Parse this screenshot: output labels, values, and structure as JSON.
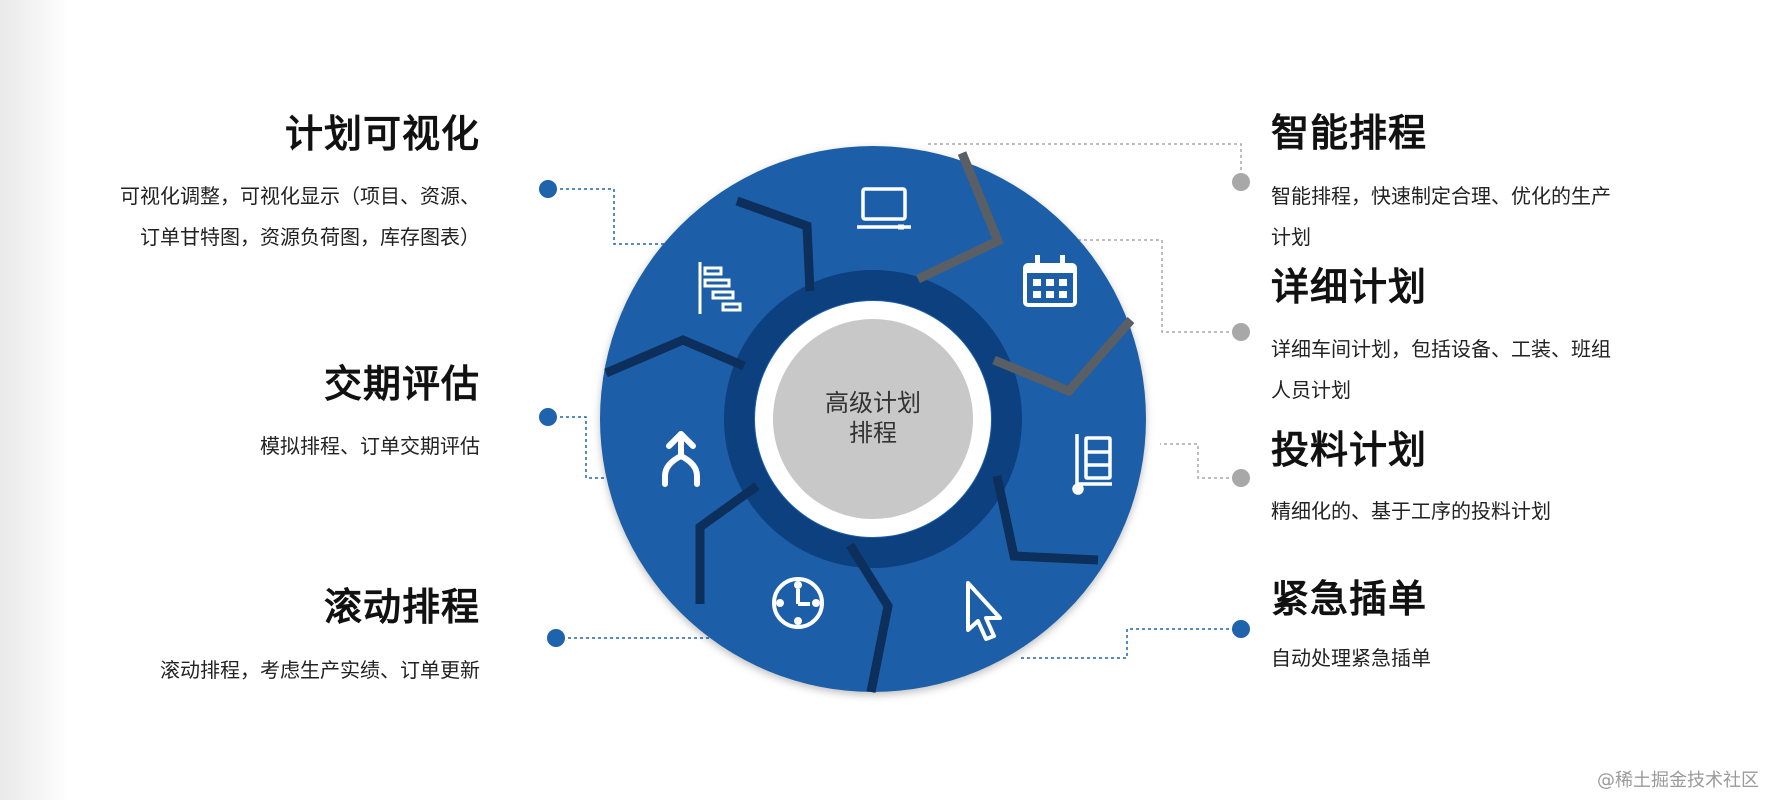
{
  "center": {
    "line1": "高级计划",
    "line2": "排程"
  },
  "features": {
    "visualization": {
      "title": "计划可视化",
      "desc1": "可视化调整，可视化显示（项目、资源、",
      "desc2": "订单甘特图，资源负荷图，库存图表）"
    },
    "delivery": {
      "title": "交期评估",
      "desc1": "模拟排程、订单交期评估"
    },
    "rolling": {
      "title": "滚动排程",
      "desc1": "滚动排程，考虑生产实绩、订单更新"
    },
    "smart": {
      "title": "智能排程",
      "desc1": "智能排程，快速制定合理、优化的生产",
      "desc2": "计划"
    },
    "detailed": {
      "title": "详细计划",
      "desc1": "详细车间计划，包括设备、工装、班组",
      "desc2": "人员计划"
    },
    "material": {
      "title": "投料计划",
      "desc1": "精细化的、基于工序的投料计划"
    },
    "urgent": {
      "title": "紧急插单",
      "desc1": "自动处理紧急插单"
    }
  },
  "icons": [
    "monitor-icon",
    "calendar-icon",
    "material-list-icon",
    "cursor-icon",
    "clock-icon",
    "merge-arrow-icon",
    "gantt-icon"
  ],
  "colors": {
    "ring_blue": "#1c5ea8",
    "ring_dark": "#0e3f7e",
    "center_grey": "#c8c8c8",
    "connector_blue": "#1f63ad",
    "connector_grey": "#a8a8a8"
  },
  "watermark": "@稀土掘金技术社区"
}
